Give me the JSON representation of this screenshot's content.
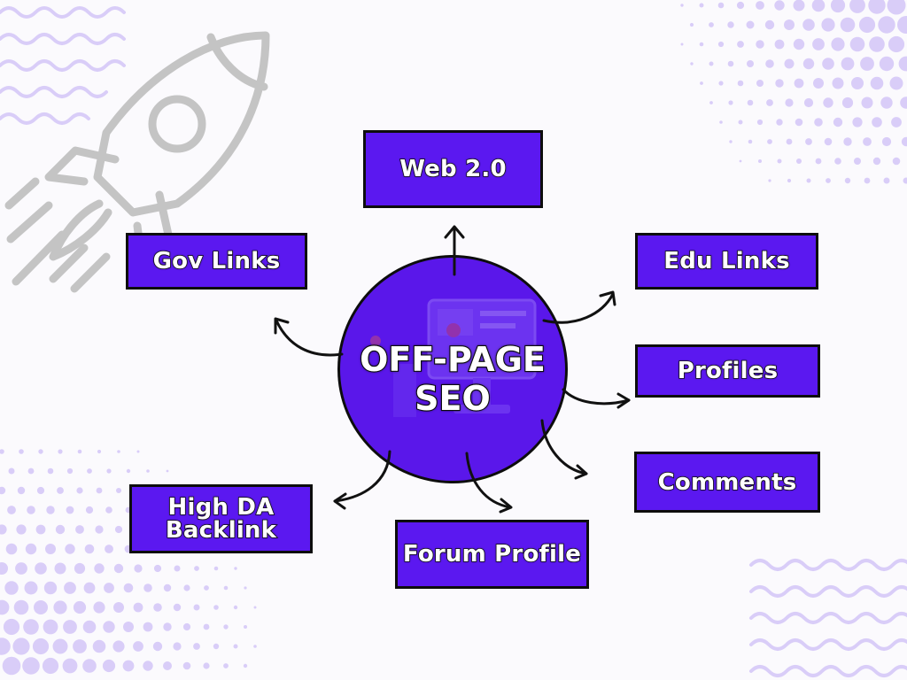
{
  "center": {
    "title": "OFF-PAGE\nSEO"
  },
  "nodes": {
    "web": "Web 2.0",
    "gov": "Gov Links",
    "edu": "Edu Links",
    "profiles": "Profiles",
    "comments": "Comments",
    "highda": "High DA\nBacklink",
    "forum": "Forum Profile"
  },
  "colors": {
    "box_fill": "#5b18f0",
    "hub_fill": "#5a17ea",
    "outline": "#0d0d0d",
    "accent_lavender": "#d9cdf8",
    "rocket_gray": "#c4c4c4"
  },
  "icons": {
    "decor": "rocket-icon",
    "hub_illustration": "computer-monitor-icon"
  }
}
